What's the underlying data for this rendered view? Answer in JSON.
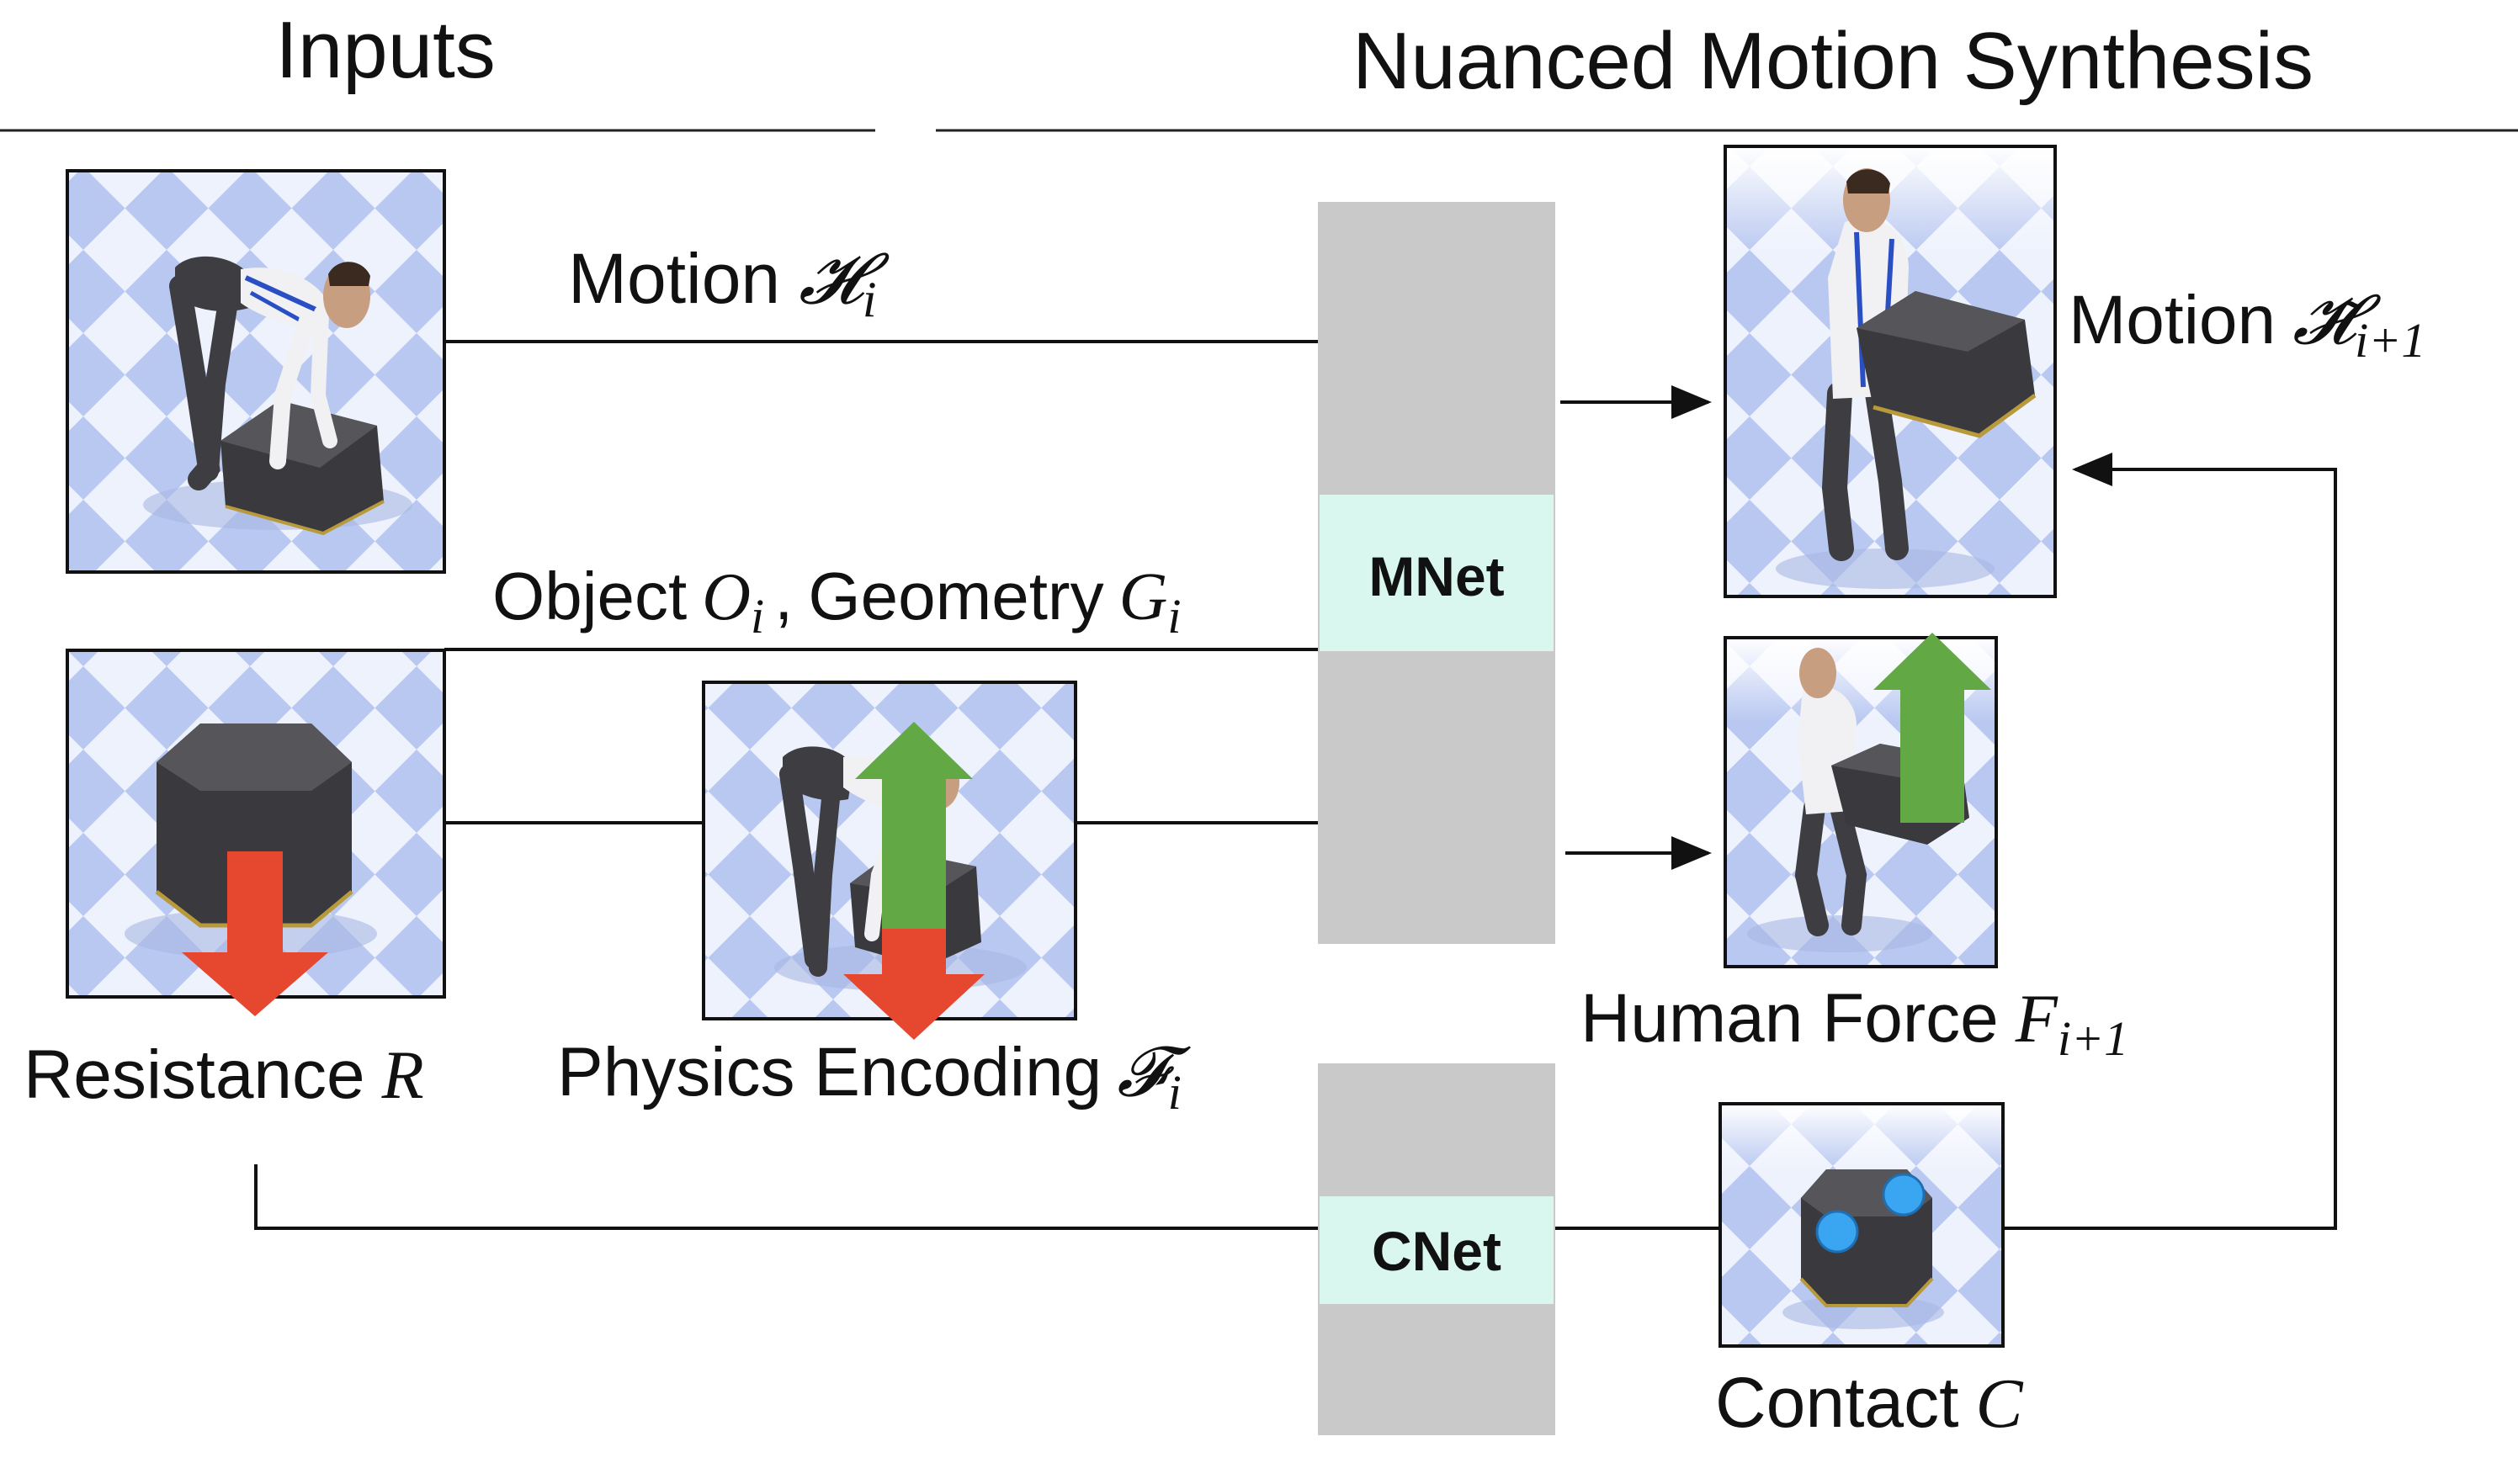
{
  "headers": {
    "inputs": "Inputs",
    "synthesis": "Nuanced Motion Synthesis"
  },
  "networks": {
    "mnet": "MNet",
    "cnet": "CNet"
  },
  "labels": {
    "motion_in_text": "Motion",
    "motion_in_sym": "𝓗",
    "motion_in_sub": "i",
    "object_text": "Object",
    "object_sym": "O",
    "object_sub": "i",
    "comma": ",",
    "geometry_text": "Geometry",
    "geometry_sym": "G",
    "geometry_sub": "i",
    "resistance_text": "Resistance",
    "resistance_sym": "R",
    "physics_text": "Physics Encoding",
    "physics_sym": "𝓕",
    "physics_sub": "i",
    "motion_out_text": "Motion",
    "motion_out_sym": "𝓗̃",
    "motion_out_sub": "i+1",
    "force_text": "Human Force",
    "force_sym": "F",
    "force_sub": "i+1",
    "contact_text": "Contact",
    "contact_sym": "C"
  },
  "colors": {
    "resistance_arrow": "#e5482f",
    "force_arrow": "#62a844",
    "network_bar": "#c9c9c9",
    "network_box": "#d9f7ef",
    "contact_point": "#3aa5f0",
    "floor_light": "#eef2fd",
    "floor_dark": "#b9c8f1"
  }
}
